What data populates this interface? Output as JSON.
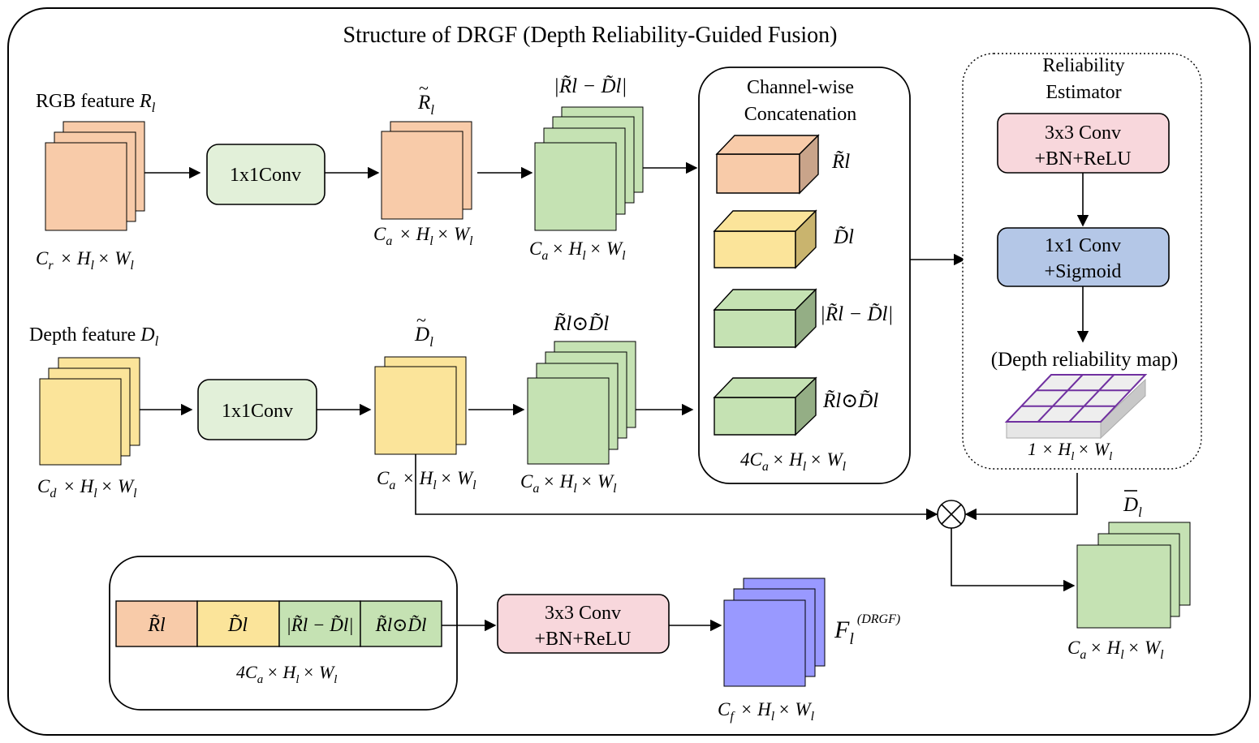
{
  "title": "Structure of DRGF (Depth Reliability-Guided Fusion)",
  "colors": {
    "rgb": "#f8cba9",
    "rgb_side": "#c9a48a",
    "depth": "#fbe49a",
    "depth_side": "#c9b46e",
    "green": "#c5e2b3",
    "green_side": "#94ae85",
    "conv_green": "#e2f0d9",
    "pink": "#f8d7dc",
    "blue": "#b4c7e7",
    "purple": "#9999ff",
    "grid_line": "#7030a0"
  },
  "rgb_branch": {
    "label": "RGB feature",
    "label_sym": "R",
    "label_sub": "l",
    "dims": {
      "a": "C",
      "a_sub": "r",
      "b": "× H",
      "b_sub": "l",
      "c": "× W",
      "c_sub": "l"
    },
    "conv": "1x1Conv",
    "r_tilde": {
      "sym": "R",
      "sub": "l"
    },
    "r_tilde_dims": {
      "a": "C",
      "a_sub": "a",
      "b": "× H",
      "b_sub": "l",
      "c": "× W",
      "c_sub": "l"
    },
    "diff_label": "|R̃l − D̃l|",
    "diff_dims": {
      "a": "C",
      "a_sub": "a",
      "b": "× H",
      "b_sub": "l",
      "c": "× W",
      "c_sub": "l"
    }
  },
  "depth_branch": {
    "label": "Depth feature",
    "label_sym": "D",
    "label_sub": "l",
    "dims": {
      "a": "C",
      "a_sub": "d",
      "b": "× H",
      "b_sub": "l",
      "c": "× W",
      "c_sub": "l"
    },
    "conv": "1x1Conv",
    "d_tilde": {
      "sym": "D",
      "sub": "l"
    },
    "d_tilde_dims": {
      "a": "C",
      "a_sub": "a",
      "b": "× H",
      "b_sub": "l",
      "c": "× W",
      "c_sub": "l"
    },
    "prod_label": "R̃l⊙D̃l",
    "prod_dims": {
      "a": "C",
      "a_sub": "a",
      "b": "× H",
      "b_sub": "l",
      "c": "× W",
      "c_sub": "l"
    }
  },
  "concat": {
    "title_line1": "Channel-wise",
    "title_line2": "Concatenation",
    "items": [
      "R̃l",
      "D̃l",
      "|R̃l − D̃l|",
      "R̃l⊙D̃l"
    ],
    "dims": {
      "a": "4C",
      "a_sub": "a",
      "b": "× H",
      "b_sub": "l",
      "c": "× W",
      "c_sub": "l"
    }
  },
  "estimator": {
    "title_line1": "Reliability",
    "title_line2": "Estimator",
    "conv1_line1": "3x3 Conv",
    "conv1_line2": "+BN+ReLU",
    "conv2_line1": "1x1 Conv",
    "conv2_line2": "+Sigmoid",
    "map_label": "(Depth reliability map)",
    "map_dims": {
      "a": "1",
      "a_sub": "",
      "b": "× H",
      "b_sub": "l",
      "c": "× W",
      "c_sub": "l"
    }
  },
  "multiply_symbol": "⊗",
  "d_bar": {
    "sym": "D",
    "sub": "l",
    "dims": {
      "a": "C",
      "a_sub": "a",
      "b": "× H",
      "b_sub": "l",
      "c": "× W",
      "c_sub": "l"
    }
  },
  "bottom_concat": {
    "segments": [
      "R̃l",
      "D̃l",
      "|R̃l − D̃l|",
      "R̃l⊙D̃l"
    ],
    "dims": {
      "a": "4C",
      "a_sub": "a",
      "b": "× H",
      "b_sub": "l",
      "c": "× W",
      "c_sub": "l"
    }
  },
  "final_conv": {
    "line1": "3x3 Conv",
    "line2": "+BN+ReLU"
  },
  "output": {
    "sym": "F",
    "sub": "l",
    "sup": "(DRGF)",
    "dims": {
      "a": "C",
      "a_sub": "f",
      "b": "× H",
      "b_sub": "l",
      "c": "× W",
      "c_sub": "l"
    }
  }
}
